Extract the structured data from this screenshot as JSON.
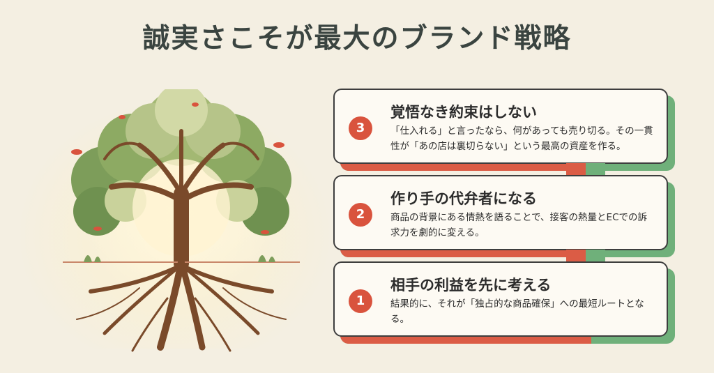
{
  "title": "誠実さこそが最大のブランド戦略",
  "icons": {
    "illustration": "tree-with-roots-illustration"
  },
  "colors": {
    "accent_red": "#d9533d",
    "accent_green": "#6fb07a",
    "title": "#3a4440",
    "card_bg": "#fdfaf3"
  },
  "steps": [
    {
      "number": "3",
      "heading": "覚悟なき約束はしない",
      "text": "「仕入れる」と言ったなら、何があっても売り切る。その一貫性が「あの店は裏切らない」という最高の資産を作る。"
    },
    {
      "number": "2",
      "heading": "作り手の代弁者になる",
      "text": "商品の背景にある情熱を語ることで、接客の熱量とECでの訴求力を劇的に変える。"
    },
    {
      "number": "1",
      "heading": "相手の利益を先に考える",
      "text": "結果的に、それが「独占的な商品確保」への最短ルートとなる。"
    }
  ]
}
